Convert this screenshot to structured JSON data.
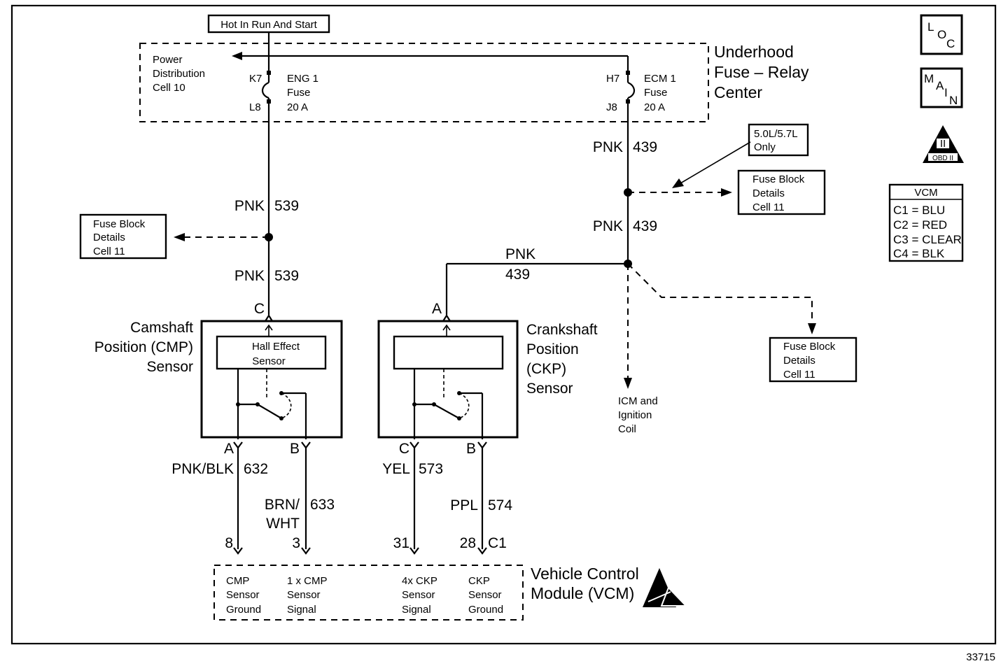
{
  "hot_label": "Hot In Run And Start",
  "drawing_number": "33715",
  "fuse_center": {
    "title_lines": [
      "Underhood",
      "Fuse – Relay",
      "Center"
    ],
    "power_dist_lines": [
      "Power",
      "Distribution",
      "Cell 10"
    ],
    "eng_fuse": {
      "top_pin": "K7",
      "bottom_pin": "L8",
      "lines": [
        "ENG 1",
        "Fuse",
        "20 A"
      ]
    },
    "ecm_fuse": {
      "top_pin": "H7",
      "bottom_pin": "J8",
      "lines": [
        "ECM 1",
        "Fuse",
        "20 A"
      ]
    }
  },
  "wires": {
    "pnk539_a": {
      "color": "PNK",
      "circuit": "539"
    },
    "pnk539_b": {
      "color": "PNK",
      "circuit": "539"
    },
    "pnk439_a": {
      "color": "PNK",
      "circuit": "439"
    },
    "pnk439_b": {
      "color": "PNK",
      "circuit": "439"
    },
    "pnk439_c": {
      "color": "PNK",
      "circuit": "439"
    },
    "pnkblk632": {
      "color": "PNK/BLK",
      "circuit": "632"
    },
    "brnwht633": {
      "color_lines": [
        "BRN/",
        "WHT"
      ],
      "circuit": "633"
    },
    "yel573": {
      "color": "YEL",
      "circuit": "573"
    },
    "ppl574": {
      "color": "PPL",
      "circuit": "574"
    }
  },
  "engine_note": [
    "5.0L/5.7L",
    "Only"
  ],
  "fuse_block_refs": {
    "left": [
      "Fuse Block",
      "Details",
      "Cell 11"
    ],
    "right_top": [
      "Fuse Block",
      "Details",
      "Cell 11"
    ],
    "right_bottom": [
      "Fuse Block",
      "Details",
      "Cell 11"
    ]
  },
  "icm_label": [
    "ICM and",
    "Ignition",
    "Coil"
  ],
  "camshaft_sensor": {
    "label_lines": [
      "Camshaft",
      "Position (CMP)",
      "Sensor"
    ],
    "inner_lines": [
      "Hall Effect",
      "Sensor"
    ],
    "pins": {
      "top": "C",
      "left": "A",
      "right": "B"
    }
  },
  "crankshaft_sensor": {
    "label_lines": [
      "Crankshaft",
      "Position",
      "(CKP)",
      "Sensor"
    ],
    "pins": {
      "top": "A",
      "left": "C",
      "right": "B"
    }
  },
  "vcm": {
    "label_lines": [
      "Vehicle Control",
      "Module (VCM)"
    ],
    "connector": "C1",
    "pins": [
      "8",
      "3",
      "31",
      "28"
    ],
    "signals": [
      [
        "CMP",
        "Sensor",
        "Ground"
      ],
      [
        "1 x CMP",
        "Sensor",
        "Signal"
      ],
      [
        "4x CKP",
        "Sensor",
        "Signal"
      ],
      [
        "CKP",
        "Sensor",
        "Ground"
      ]
    ]
  },
  "legend": {
    "loc": [
      "L",
      "O",
      "C"
    ],
    "main": [
      "M",
      "A",
      "I",
      "N"
    ],
    "obd_label": "OBD II",
    "obd_roman": "II",
    "vcm_title": "VCM",
    "vcm_connectors": [
      "C1 = BLU",
      "C2 = RED",
      "C3 = CLEAR",
      "C4 = BLK"
    ]
  }
}
